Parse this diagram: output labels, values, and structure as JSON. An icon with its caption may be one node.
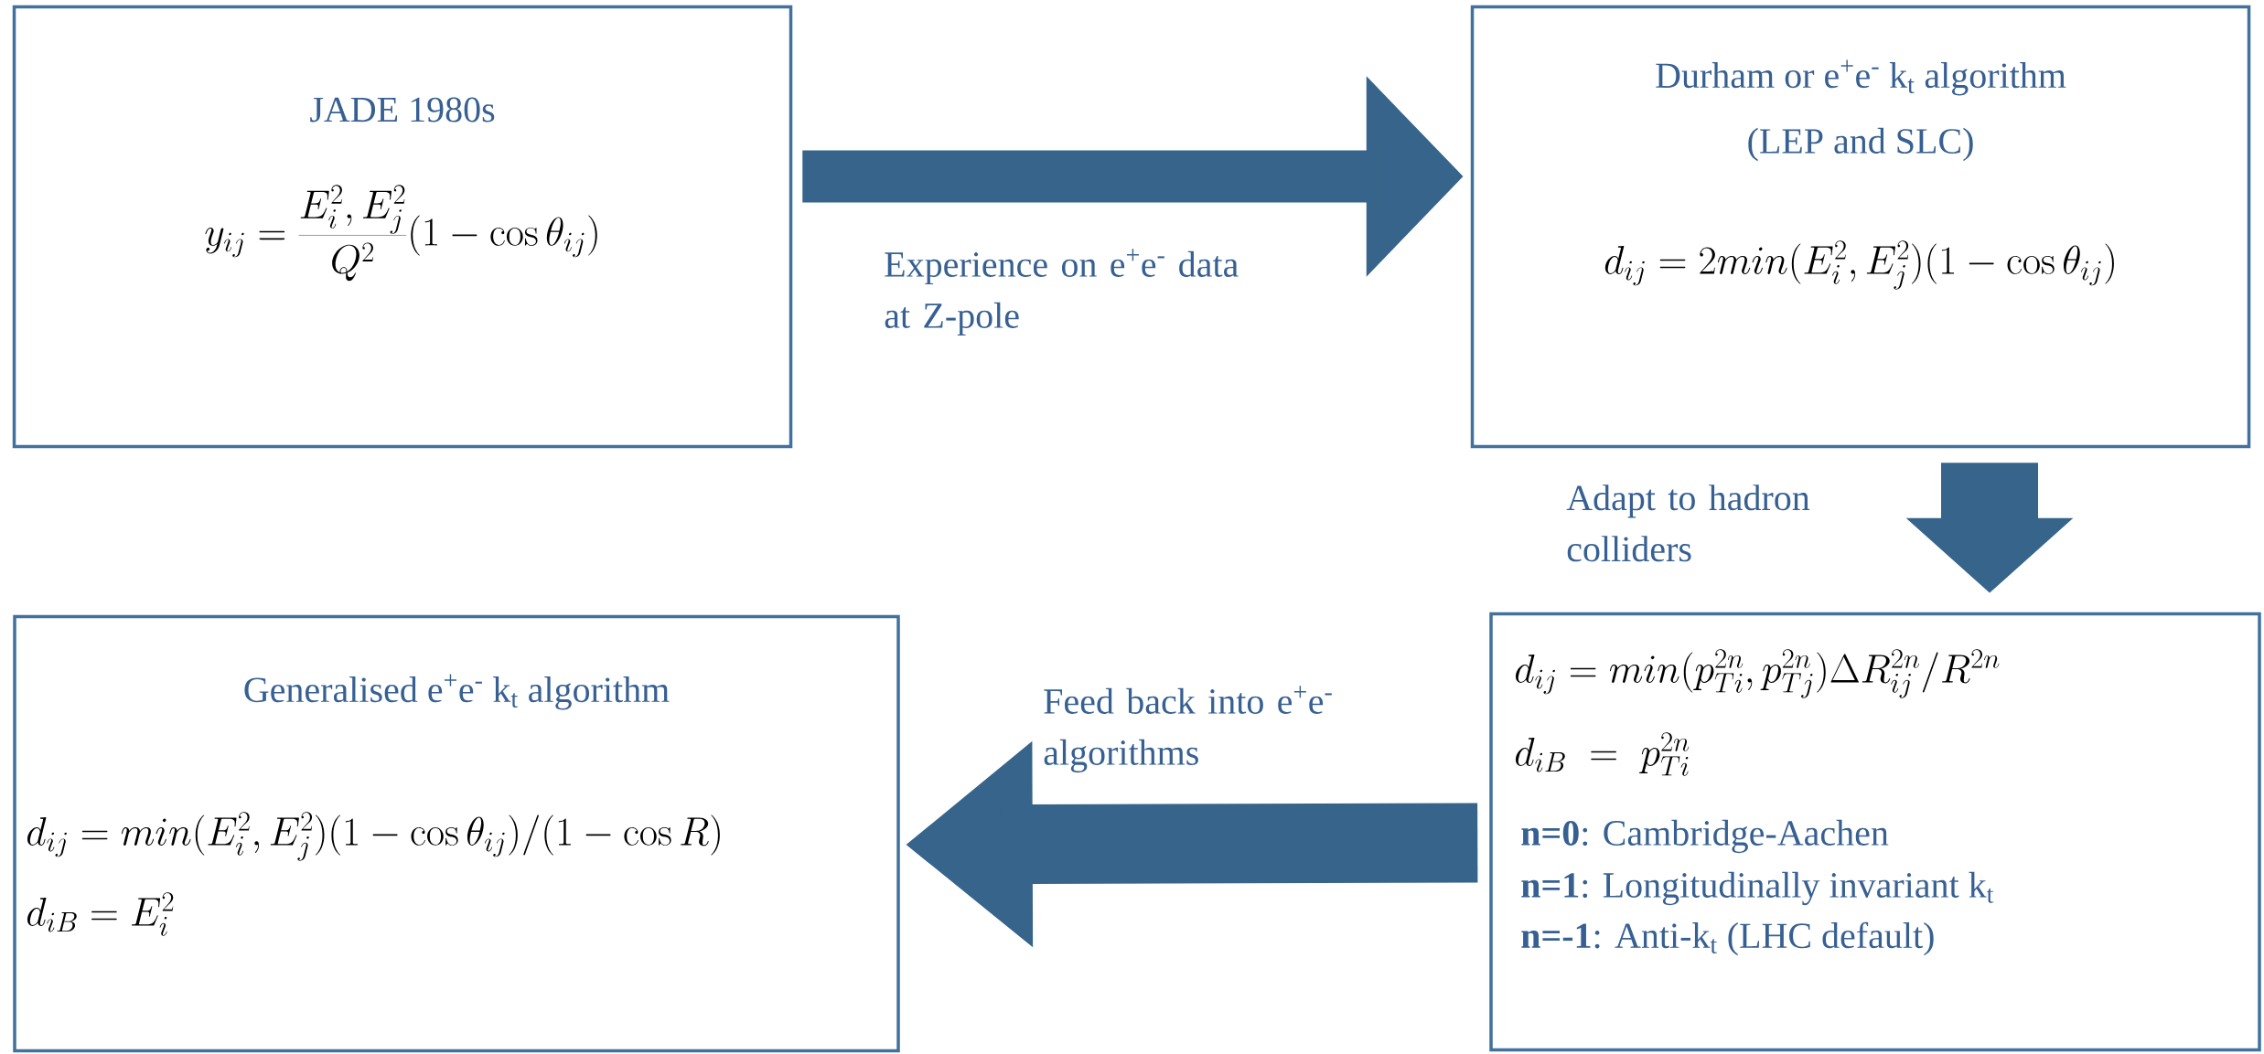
{
  "diagram": {
    "nodes": [
      {
        "text": [
          "JADE 1980s",
          "y_{ij} = \\frac{E_i^2, E_j^2}{Q^2}(1-\\cos\\theta_{ij})"
        ]
      },
      {
        "text": [
          "Durham or e$^{+}$e$^{-}$ k$_{t}$ algorithm",
          "(LEP and SLC)",
          "d_{ij} = 2min(E_i^2, E_j^2)(1-\\cos\\theta_{ij})"
        ]
      },
      {
        "text": [
          "d_{ij} = min(p_{Ti}^{2n}, p_{Tj}^{2n})\\Delta R_{ij}^{2n}/R^{2n}",
          "d_{iB} \\; = \\; p_{Ti}^{2n}",
          "**n=0**: Cambridge-Aachen",
          "**n=1**: Longitudinally invariant k$_{t}$",
          "**n=-1**: Anti-k$_{t}$ (LHC default)"
        ]
      },
      {
        "text": [
          "Generalised e$^{+}$e$^{-}$ k$_{t}$ algorithm",
          "d_{ij} = min(E_i^2, E_j^2)(1-\\cos\\theta_{ij})/(1-\\cos R)",
          "d_{iB} = E_i^2"
        ]
      }
    ],
    "edges": [
      {
        "from": 0,
        "to": 1,
        "arrow": "to",
        "label": "Experience on e$^{+}$e$^{-}$ data at Z-pole"
      },
      {
        "from": 1,
        "to": 2,
        "arrow": "to",
        "label": "Adapt to hadron colliders"
      },
      {
        "from": 2,
        "to": 3,
        "arrow": "to",
        "label": "Feed back into e$^{+}$e$^{-}$ algorithms"
      }
    ]
  }
}
